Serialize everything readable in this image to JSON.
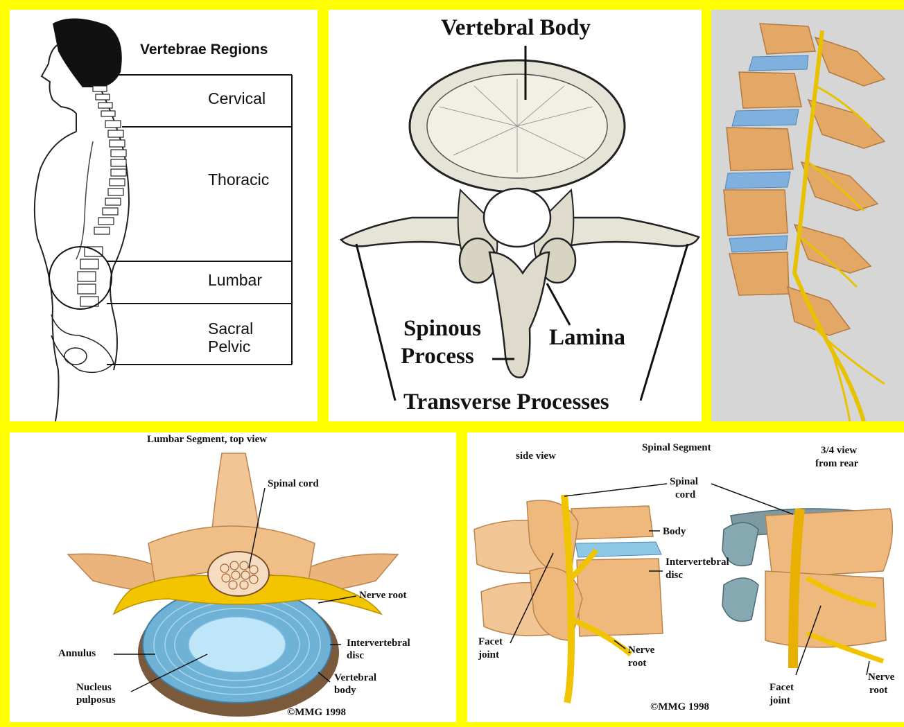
{
  "colors": {
    "frame": "#ffff00",
    "bone": "#e8a96a",
    "bone_light": "#f6cf9c",
    "nerve": "#f2c200",
    "disc": "#8ec8e6",
    "ink": "#111111"
  },
  "regions_panel": {
    "title": "Vertebrae Regions",
    "regions": [
      "Cervical",
      "Thoracic",
      "Lumbar",
      "Sacral",
      "Pelvic"
    ]
  },
  "vertebra_panel": {
    "title": "Vertebral Body",
    "spinous_line1": "Spinous",
    "spinous_line2": "Process",
    "lamina": "Lamina",
    "transverse": "Transverse Processes"
  },
  "lumbar_panel": {
    "title": "Lumbar Segment, top view",
    "spinal_cord": "Spinal cord",
    "nerve_root": "Nerve root",
    "intervertebral_line1": "Intervertebral",
    "intervertebral_line2": "disc",
    "annulus": "Annulus",
    "nucleus_line1": "Nucleus",
    "nucleus_line2": "pulposus",
    "vertebral_line1": "Vertebral",
    "vertebral_line2": "body",
    "copyright": "©MMG 1998"
  },
  "segment_panel": {
    "title": "Spinal Segment",
    "side_view": "side view",
    "rear_line1": "3/4 view",
    "rear_line2": "from rear",
    "spinal_line1": "Spinal",
    "spinal_line2": "cord",
    "body": "Body",
    "intervertebral_line1": "Intervertebral",
    "intervertebral_line2": "disc",
    "facet_line1": "Facet",
    "facet_line2": "joint",
    "nerve_line1": "Nerve",
    "nerve_line2": "root",
    "rear_facet_line1": "Facet",
    "rear_facet_line2": "joint",
    "rear_nerve_line1": "Nerve",
    "rear_nerve_line2": "root",
    "copyright": "©MMG 1998"
  }
}
